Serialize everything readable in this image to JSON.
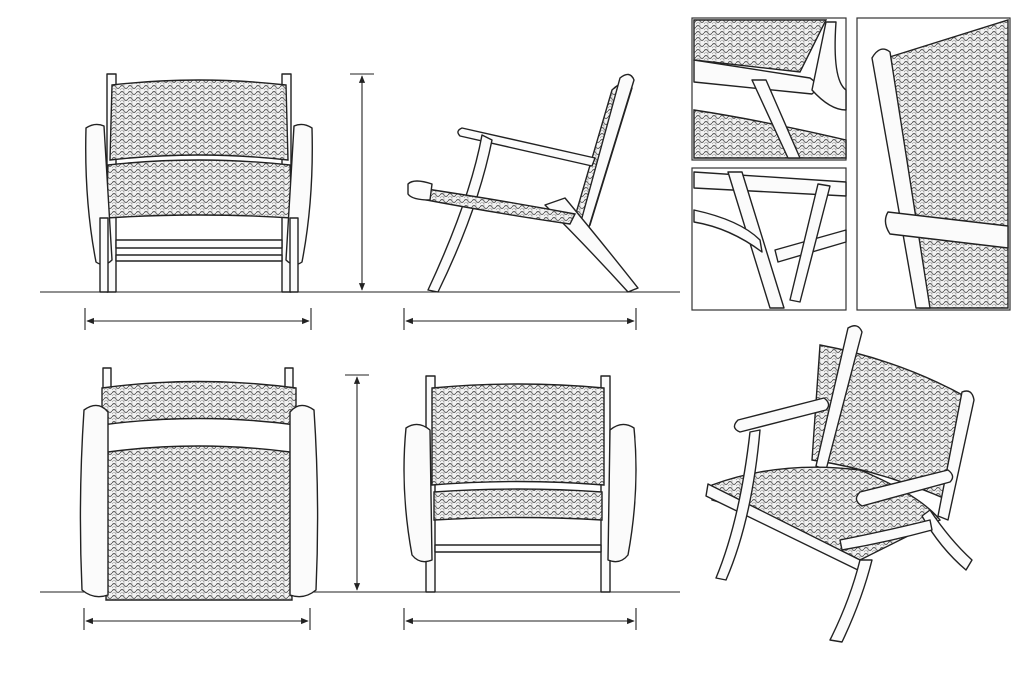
{
  "colors": {
    "ink": "#222222",
    "paper": "#ffffff",
    "weave": "#8a8a8a"
  },
  "views": [
    "front-view",
    "side-view",
    "top-view",
    "back-view",
    "isometric-view",
    "detail-armrest",
    "detail-backrest",
    "detail-joint"
  ]
}
